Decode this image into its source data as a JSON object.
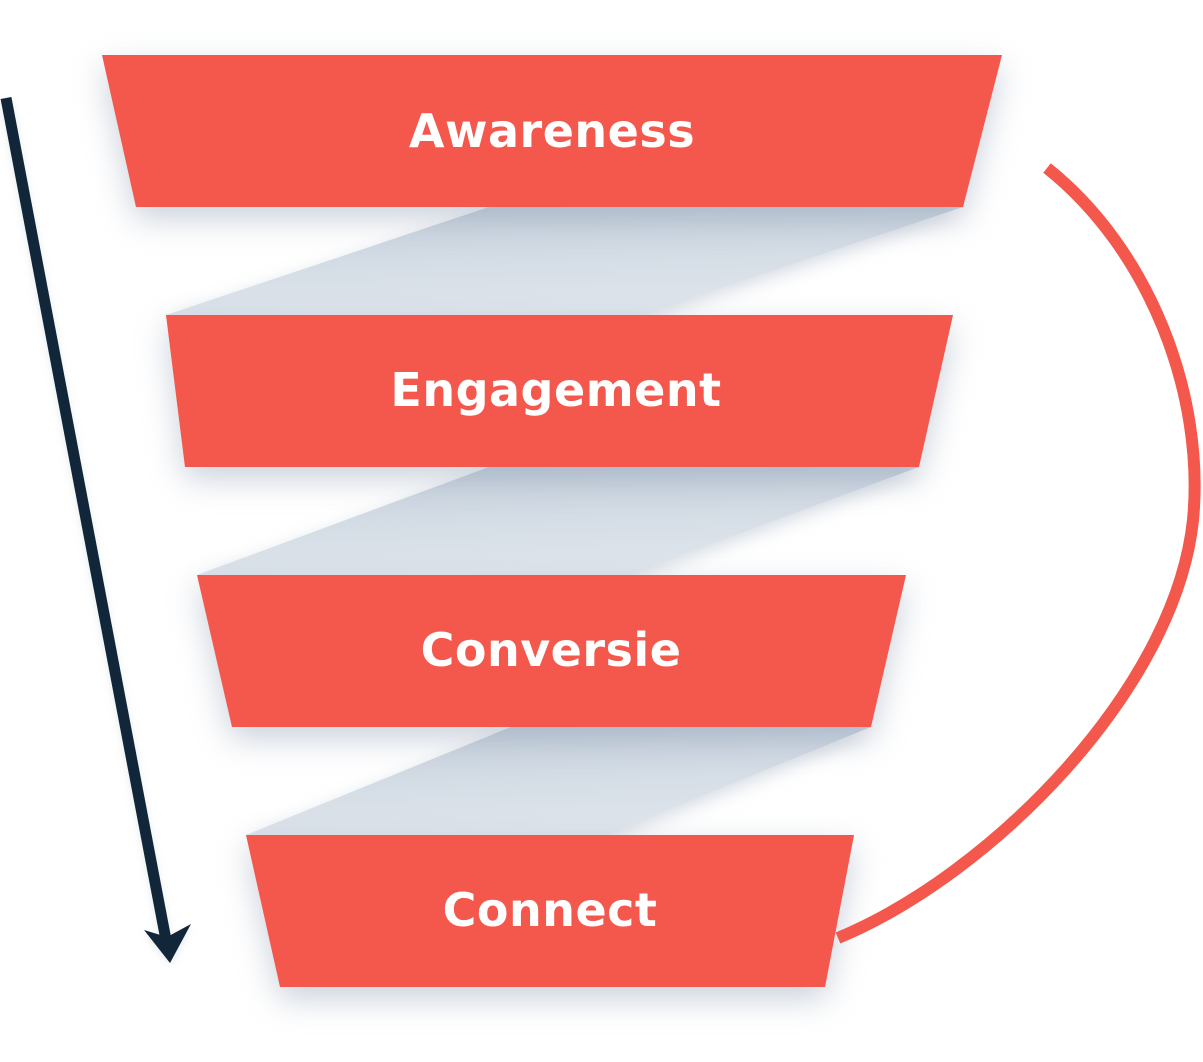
{
  "meta": {
    "description": "Marketing funnel diagram with four stacked funnel stages connected by folded ribbon bands, a straight downward flow arrow on the left and a coral feedback-loop curve on the right"
  },
  "colors": {
    "background": "#ffffff",
    "stage_fill": "#f4574b",
    "stage_text": "#ffffff",
    "ribbon_dark": "#c6d1dc",
    "ribbon_light": "#dfe5ec",
    "flow_arrow": "#12263a",
    "loop_arrow": "#f4574b"
  },
  "funnel": {
    "stages": [
      {
        "id": "awareness",
        "label": "Awareness"
      },
      {
        "id": "engagement",
        "label": "Engagement"
      },
      {
        "id": "conversie",
        "label": "Conversie"
      },
      {
        "id": "connect",
        "label": "Connect"
      }
    ]
  },
  "icons": {
    "down_arrow": "down-flow-arrow",
    "loop_curve": "feedback-loop-arrow"
  }
}
